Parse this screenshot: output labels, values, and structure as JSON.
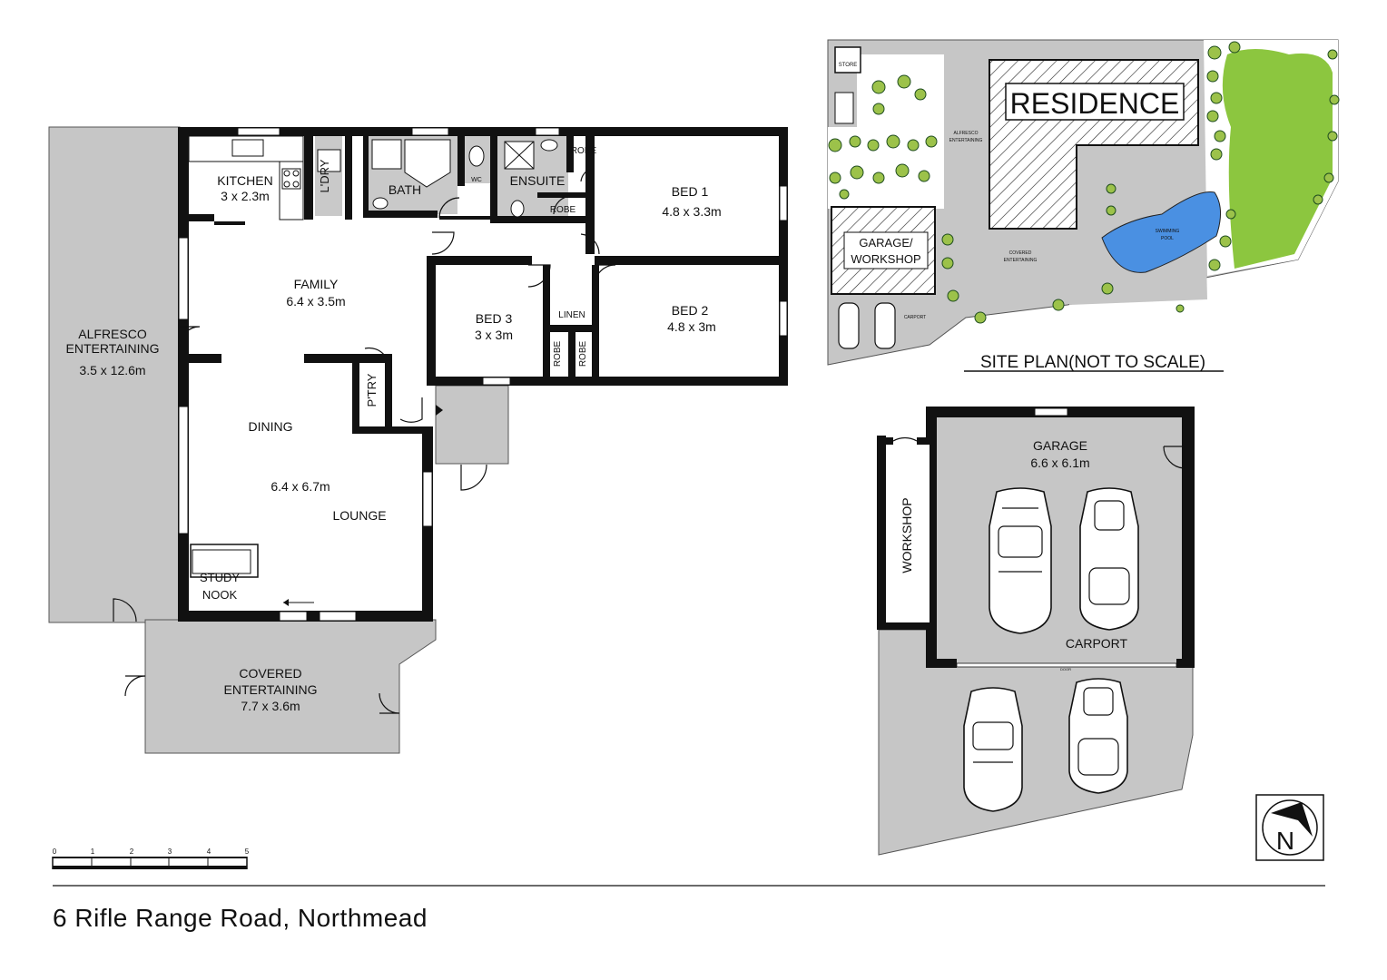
{
  "address": "6 Rifle Range Road, Northmead",
  "main_plan": {
    "alfresco": {
      "name": "ALFRESCO\nENTERTAINING",
      "size": "3.5 x 12.6m"
    },
    "kitchen": {
      "name": "KITCHEN",
      "size": "3 x 2.3m"
    },
    "laundry": {
      "name": "L'DRY"
    },
    "bath": {
      "name": "BATH"
    },
    "wc": {
      "name": "WC"
    },
    "ensuite": {
      "name": "ENSUITE"
    },
    "robe_ensuite_top": {
      "name": "ROBE"
    },
    "robe_ensuite_bottom": {
      "name": "ROBE"
    },
    "bed1": {
      "name": "BED 1",
      "size": "4.8 x 3.3m"
    },
    "family": {
      "name": "FAMILY",
      "size": "6.4 x 3.5m"
    },
    "bed3": {
      "name": "BED 3",
      "size": "3 x 3m"
    },
    "linen": {
      "name": "LINEN"
    },
    "bed2": {
      "name": "BED 2",
      "size": "4.8 x 3m"
    },
    "robe_bed3": {
      "name": "ROBE"
    },
    "robe_bed2": {
      "name": "ROBE"
    },
    "pantry": {
      "name": "P'TRY"
    },
    "dining": {
      "name": "DINING"
    },
    "dining_lounge_size": "6.4 x 6.7m",
    "lounge": {
      "name": "LOUNGE"
    },
    "study": {
      "name": "STUDY",
      "name2": "NOOK"
    },
    "covered": {
      "name": "COVERED",
      "name2": "ENTERTAINING",
      "size": "7.7 x 3.6m"
    }
  },
  "site_plan": {
    "title": "SITE PLAN(NOT TO SCALE)",
    "residence": "RESIDENCE",
    "garage": "GARAGE/",
    "garage2": "WORKSHOP",
    "store": "STORE",
    "alfresco": "ALFRESCO",
    "alfresco2": "ENTERTAINING",
    "covered": "COVERED",
    "covered2": "ENTERTAINING",
    "carport": "CARPORT",
    "pool": "SWIMMING",
    "pool2": "POOL"
  },
  "garage_plan": {
    "garage": {
      "name": "GARAGE",
      "size": "6.6 x 6.1m"
    },
    "workshop": "WORKSHOP",
    "carport": "CARPORT",
    "door": "DOOR"
  },
  "scale_bar": {
    "ticks": [
      "0",
      "1",
      "2",
      "3",
      "4",
      "5"
    ],
    "unit_note": ""
  },
  "north_arrow": {
    "letter": "N"
  },
  "colors": {
    "wall": "#111111",
    "covered_area": "#c6c6c6",
    "lawn": "#8cc63f",
    "pool": "#4a90e2",
    "shrub": "#9cc24a"
  }
}
